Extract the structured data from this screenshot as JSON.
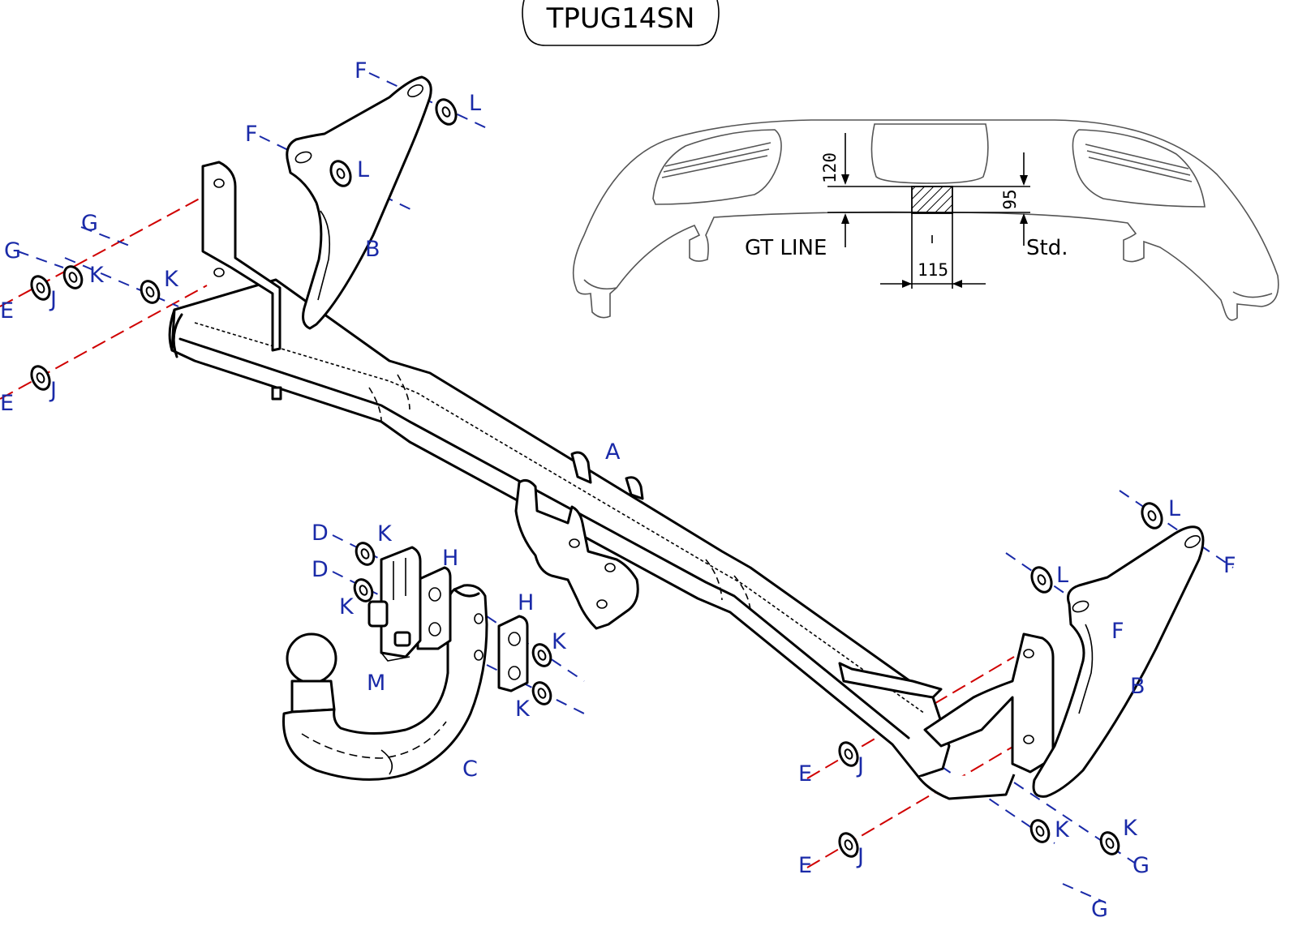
{
  "title": "TPUG14SN",
  "bumper": {
    "dim_120": "120",
    "dim_95": "95",
    "dim_115": "115",
    "label_gt_line": "GT LINE",
    "label_std": "Std."
  },
  "labels": {
    "A": "A",
    "B": "B",
    "C": "C",
    "D": "D",
    "E": "E",
    "F": "F",
    "G": "G",
    "H": "H",
    "J": "J",
    "K": "K",
    "L": "L",
    "M": "M"
  },
  "colors": {
    "line": "#000000",
    "label": "#1a2aa8",
    "fixing_line": "#d00000"
  }
}
